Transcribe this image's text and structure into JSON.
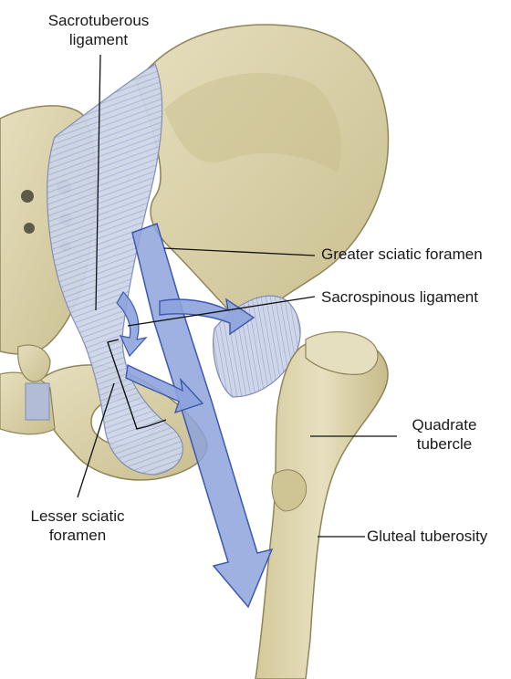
{
  "labels": {
    "sacrotuberous_line1": "Sacrotuberous",
    "sacrotuberous_line2": "ligament",
    "greater_sciatic": "Greater sciatic foramen",
    "sacrospinous": "Sacrospinous ligament",
    "quadrate_line1": "Quadrate",
    "quadrate_line2": "tubercle",
    "gluteal": "Gluteal tuberosity",
    "lesser_line1": "Lesser sciatic",
    "lesser_line2": "foramen"
  },
  "colors": {
    "bone": "#d9d1a8",
    "bone_shade": "#b9ae7f",
    "bone_outline": "#8f855a",
    "ligament": "#c9d1e6",
    "ligament_line": "#8e9cc4",
    "arrow_fill": "#8da3db",
    "arrow_stroke": "#3c58b0",
    "leader_line": "#111111"
  }
}
